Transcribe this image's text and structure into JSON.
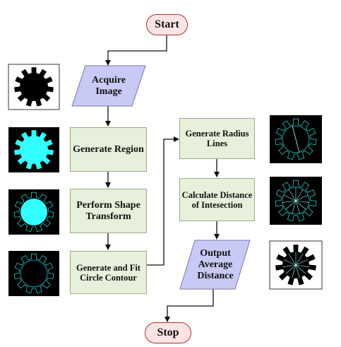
{
  "flowchart": {
    "start": "Start",
    "stop": "Stop",
    "steps": {
      "acquire": "Acquire Image",
      "generate_region": "Generate Region",
      "shape_transform": "Perform Shape Transform",
      "fit_circle": "Generate and Fit Circle Contour",
      "radius_lines": "Generate Radius Lines",
      "calc_distance": "Calculate Distance of Intesection",
      "output": "Output Average Distance"
    }
  },
  "colors": {
    "terminal_fill": "#fce4e4",
    "process_fill": "#e6f0da",
    "io_fill": "#c9c9f5",
    "region_cyan": "#33ffff",
    "contour_cyan": "#2ec4c4"
  },
  "thumbnails": [
    "gear-black-on-white",
    "gear-region-cyan",
    "circle-region-cyan",
    "gear-contour-with-circle",
    "gear-contour-with-line",
    "gear-contour-with-radius-lines",
    "gear-black-with-radius-lines"
  ]
}
